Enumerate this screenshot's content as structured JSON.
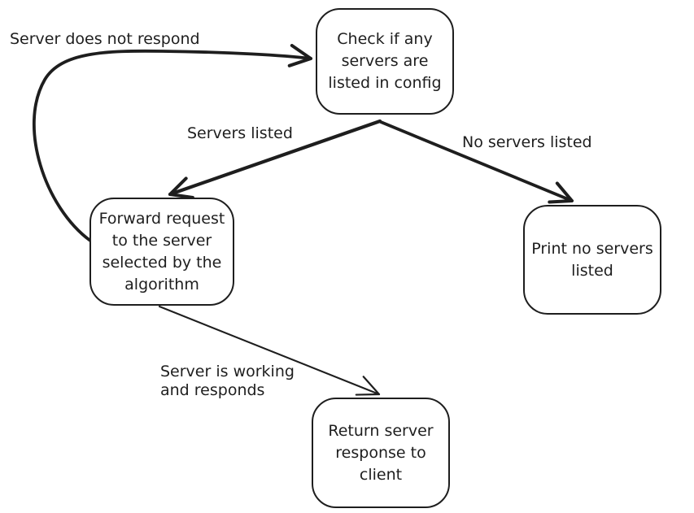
{
  "diagram": {
    "type": "flowchart",
    "background_color": "#ffffff",
    "stroke_color": "#1e1e1e",
    "nodes": [
      {
        "id": "check-config",
        "label": "Check if any\nservers are\nlisted in config"
      },
      {
        "id": "forward-request",
        "label": "Forward request\nto the server\nselected by the\nalgorithm"
      },
      {
        "id": "print-no-servers",
        "label": "Print no servers\nlisted"
      },
      {
        "id": "return-response",
        "label": "Return server\nresponse to\nclient"
      }
    ],
    "edges": [
      {
        "id": "server-does-not-respond",
        "label": "Server does not respond",
        "from": "forward-request",
        "to": "check-config"
      },
      {
        "id": "servers-listed",
        "label": "Servers listed",
        "from": "check-config",
        "to": "forward-request"
      },
      {
        "id": "no-servers-listed",
        "label": "No servers listed",
        "from": "check-config",
        "to": "print-no-servers"
      },
      {
        "id": "server-is-working",
        "label": "Server is working\nand responds",
        "from": "forward-request",
        "to": "return-response"
      }
    ]
  }
}
